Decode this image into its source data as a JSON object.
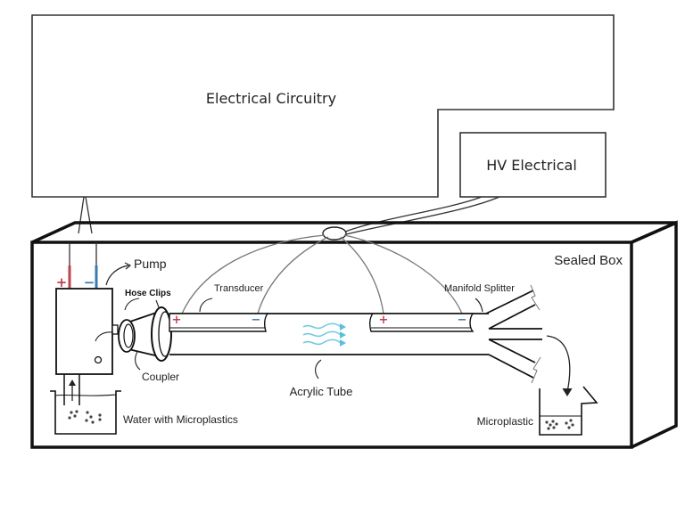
{
  "diagram": {
    "title": "Microplastic separation apparatus",
    "labels": {
      "electrical_circuitry": "Electrical Circuitry",
      "hv_electrical": "HV Electrical",
      "sealed_box": "Sealed Box",
      "pump": "Pump",
      "hose_clips": "Hose Clips",
      "transducer": "Transducer",
      "manifold_splitter": "Manifold Splitter",
      "coupler": "Coupler",
      "acrylic_tube": "Acrylic Tube",
      "water_with_microplastics": "Water with Microplastics",
      "microplastic": "Microplastic"
    },
    "polarity": {
      "plus": "+",
      "minus": "−"
    },
    "colors": {
      "line": "#111111",
      "wire": "#777777",
      "positive": "#c0424e",
      "negative": "#3a7bb0",
      "flow": "#5bc0de"
    }
  }
}
